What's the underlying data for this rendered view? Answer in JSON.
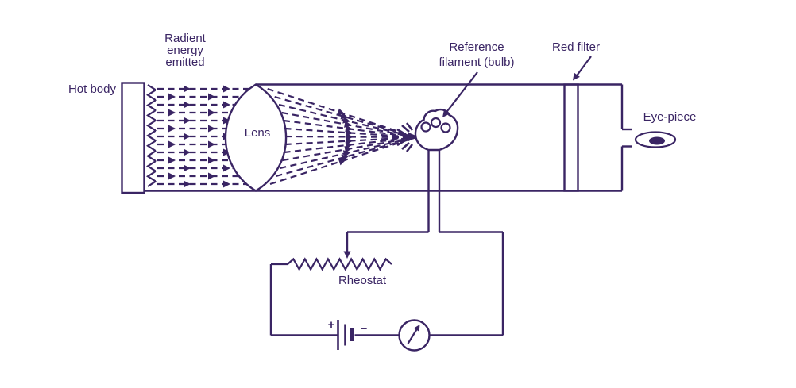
{
  "colors": {
    "ink": "#3a2564",
    "background": "#ffffff"
  },
  "labels": {
    "hot_body": "Hot body",
    "radiant": {
      "l1": "Radient",
      "l2": "energy",
      "l3": "emitted"
    },
    "lens": "Lens",
    "reference": {
      "l1": "Reference",
      "l2": "filament (bulb)"
    },
    "red_filter": "Red filter",
    "eye_piece": "Eye-piece",
    "rheostat": "Rheostat",
    "battery": {
      "plus": "+",
      "minus": "−"
    }
  }
}
